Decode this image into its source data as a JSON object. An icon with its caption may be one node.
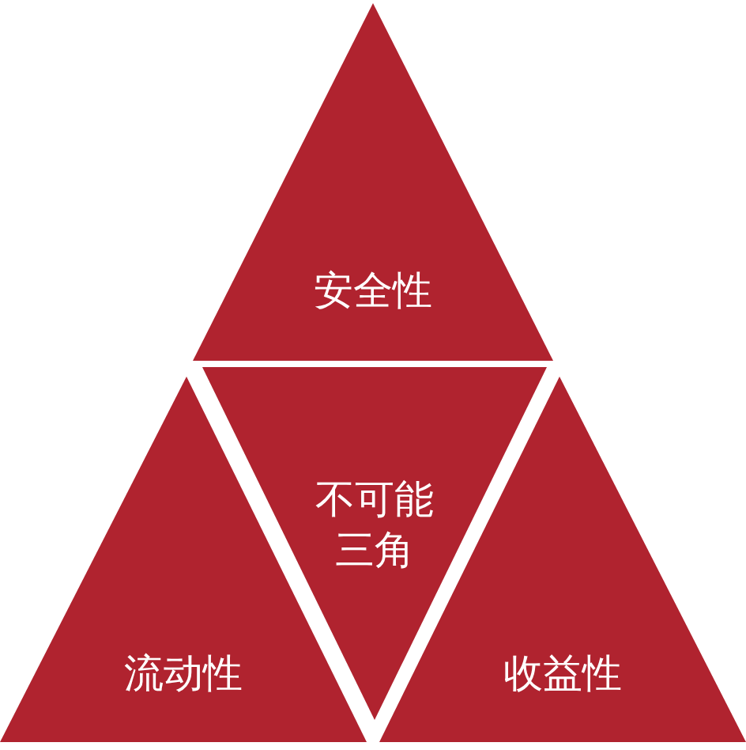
{
  "diagram": {
    "nodes": [
      {
        "text": [
          "安全性"
        ]
      },
      {
        "text": [
          "不可能三角"
        ]
      },
      {
        "text": [
          "流动性"
        ]
      },
      {
        "text": [
          "收益性"
        ]
      }
    ]
  }
}
